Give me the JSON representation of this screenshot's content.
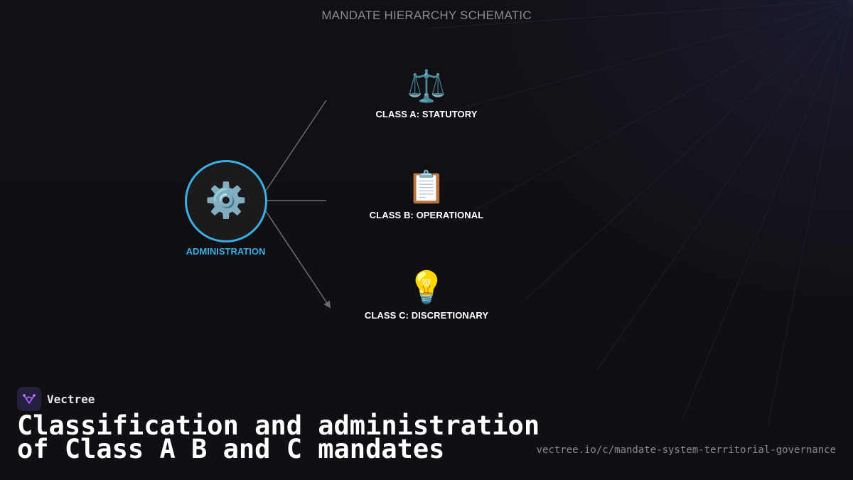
{
  "diagram": {
    "title": "MANDATE HIERARCHY SCHEMATIC",
    "root": {
      "label": "ADMINISTRATION",
      "icon": "gear-icon",
      "icon_glyph": "⚙️",
      "accent_color": "#3aaee0"
    },
    "classes": [
      {
        "label": "CLASS A: STATUTORY",
        "icon": "scales-icon",
        "icon_glyph": "⚖️"
      },
      {
        "label": "CLASS B: OPERATIONAL",
        "icon": "clipboard-icon",
        "icon_glyph": "📋"
      },
      {
        "label": "CLASS C: DISCRETIONARY",
        "icon": "lightbulb-icon",
        "icon_glyph": "💡"
      }
    ]
  },
  "footer": {
    "brand_name": "Vectree",
    "brand_logo_icon": "vectree-logo-icon",
    "headline_line1": "Classification and administration",
    "headline_line2": "of Class A B and C mandates",
    "url": "vectree.io/c/mandate-system-territorial-governance"
  },
  "colors": {
    "background": "#111116",
    "accent": "#3aaee0",
    "connector": "#6b6b70",
    "brand_purple": "#a855f7"
  }
}
